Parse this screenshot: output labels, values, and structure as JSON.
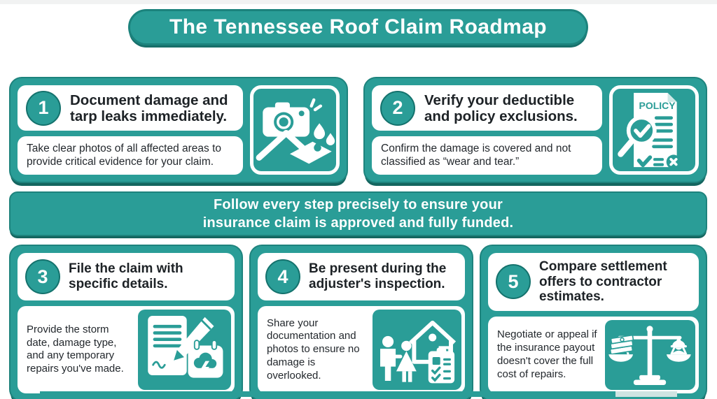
{
  "title": "The Tennessee Roof Claim Roadmap",
  "banner": {
    "line1": "Follow every step precisely to ensure your",
    "line2": "insurance claim is approved and fully funded."
  },
  "colors": {
    "teal": "#2a9d97",
    "teal_dark": "#14655f",
    "heading_text": "#1d2226",
    "body_text": "#23282d",
    "white": "#ffffff"
  },
  "steps": [
    {
      "number": "1",
      "title": "Document damage and tarp leaks immediately.",
      "description": "Take clear photos of all affected areas to provide critical evidence for your claim.",
      "icon": "camera-roof-leak-icon"
    },
    {
      "number": "2",
      "title": "Verify your deductible and policy exclusions.",
      "description": "Confirm the damage is covered and not classified as “wear and tear.”",
      "icon": "policy-magnifier-icon",
      "icon_label": "POLICY"
    },
    {
      "number": "3",
      "title": "File the claim with specific details.",
      "description": "Provide the storm date, damage type, and any temporary repairs you've made.",
      "icon": "claim-document-pencil-calendar-icon"
    },
    {
      "number": "4",
      "title": "Be present during the adjuster's inspection.",
      "description": "Share your documentation and photos to ensure no damage is overlooked.",
      "icon": "homeowners-house-clipboard-icon"
    },
    {
      "number": "5",
      "title": "Compare settlement offers to contractor estimates.",
      "description": "Negotiate or appeal if the insurance payout doesn't cover the full cost of repairs.",
      "icon": "scale-money-contractor-icon"
    }
  ]
}
